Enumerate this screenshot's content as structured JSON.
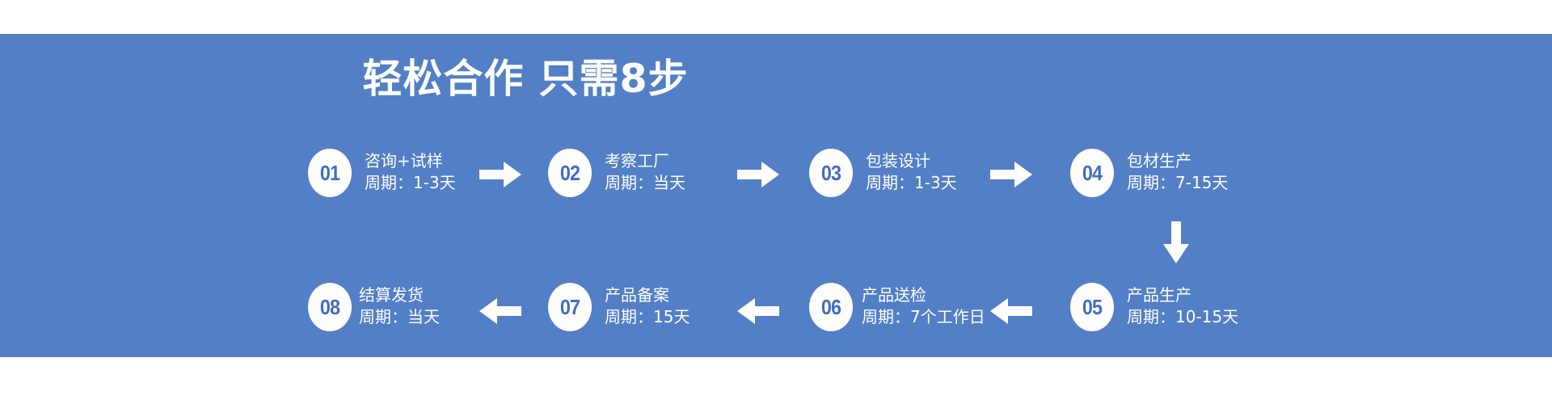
{
  "title": "轻松合作 只需8步",
  "steps": [
    {
      "num": "01",
      "name": "咨询+试样",
      "period": "周期：1-3天"
    },
    {
      "num": "02",
      "name": "考察工厂",
      "period": "周期：当天"
    },
    {
      "num": "03",
      "name": "包装设计",
      "period": "周期：1-3天"
    },
    {
      "num": "04",
      "name": "包材生产",
      "period": "周期：7-15天"
    },
    {
      "num": "05",
      "name": "产品生产",
      "period": "周期：10-15天"
    },
    {
      "num": "06",
      "name": "产品送检",
      "period": "周期：7个工作日"
    },
    {
      "num": "07",
      "name": "产品备案",
      "period": "周期：15天"
    },
    {
      "num": "08",
      "name": "结算发货",
      "period": "周期：当天"
    }
  ],
  "colors": {
    "banner": "#527fc6",
    "number": "#3f6ebd",
    "foreground": "#ffffff"
  },
  "icons": {
    "right": "arrow-right-icon",
    "left": "arrow-left-icon",
    "down": "arrow-down-icon"
  }
}
